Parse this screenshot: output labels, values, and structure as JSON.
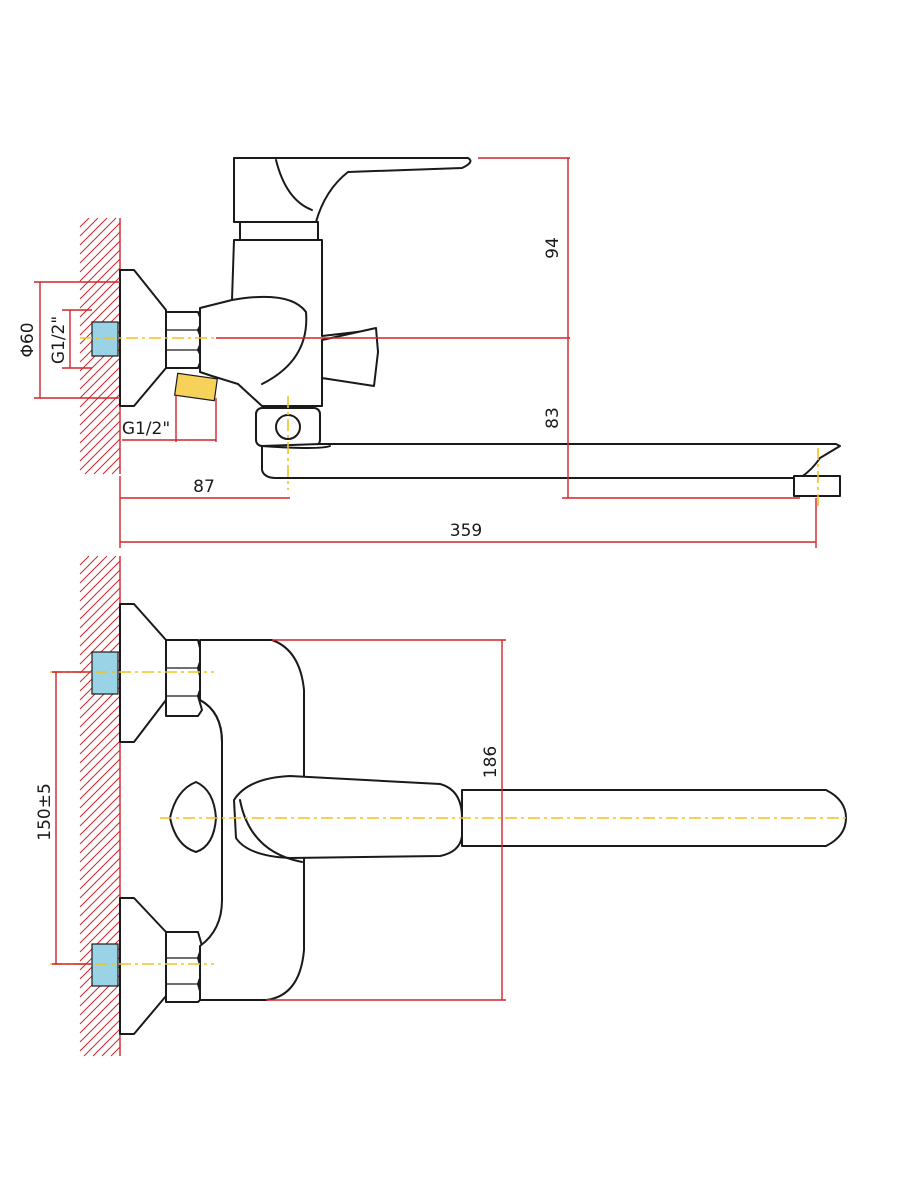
{
  "colors": {
    "outline": "#1a1a1a",
    "dimension": "#d2232a",
    "centerline": "#f2c21b",
    "thread_fill": "#9bd3e6",
    "wall_hatch": "#d2232a"
  },
  "side_view": {
    "diameter_label": "Φ60",
    "inlet_thread_label": "G1/2\"",
    "outlet_thread_label": "G1/2\"",
    "height_upper_label": "94",
    "height_lower_label": "83",
    "inlet_to_outlet_label": "87",
    "total_length_label": "359"
  },
  "front_view": {
    "inlet_spacing_label": "150±5",
    "body_height_label": "186"
  }
}
